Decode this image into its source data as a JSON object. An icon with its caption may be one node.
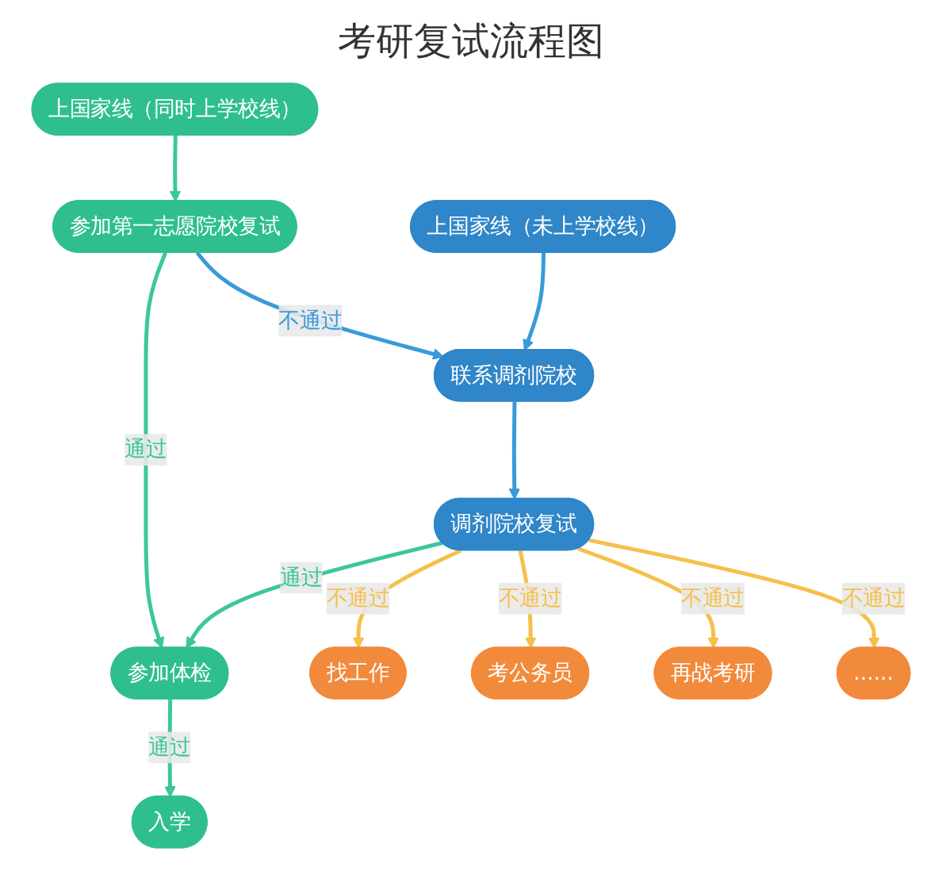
{
  "diagram": {
    "title": "考研复试流程图",
    "nodes": [
      {
        "text": [
          "上国家线（同时上学校线）"
        ]
      },
      {
        "text": [
          "参加第一志愿院校复试"
        ]
      },
      {
        "text": [
          "参加体检"
        ]
      },
      {
        "text": [
          "入学"
        ]
      },
      {
        "text": [
          "上国家线（未上学校线）"
        ]
      },
      {
        "text": [
          "联系调剂院校"
        ]
      },
      {
        "text": [
          "调剂院校复试"
        ]
      },
      {
        "text": [
          "找工作"
        ]
      },
      {
        "text": [
          "考公务员"
        ]
      },
      {
        "text": [
          "再战考研"
        ]
      },
      {
        "text": [
          "......"
        ]
      }
    ],
    "edges": [
      {
        "from": 0,
        "to": 1,
        "arrow": "to",
        "color": "#3cc79b"
      },
      {
        "from": 1,
        "to": 5,
        "label": "不通过",
        "arrow": "to",
        "color": "#3a9ad9"
      },
      {
        "from": 1,
        "to": 2,
        "label": "通过",
        "arrow": "to",
        "color": "#3cc79b"
      },
      {
        "from": 2,
        "to": 3,
        "label": "通过",
        "arrow": "to",
        "color": "#3cc79b"
      },
      {
        "from": 4,
        "to": 5,
        "arrow": "to",
        "color": "#3a9ad9"
      },
      {
        "from": 5,
        "to": 6,
        "arrow": "to",
        "color": "#3a9ad9"
      },
      {
        "from": 6,
        "to": 2,
        "label": "通过",
        "arrow": "to",
        "color": "#3cc79b"
      },
      {
        "from": 6,
        "to": 7,
        "label": "不通过",
        "arrow": "to",
        "color": "#f5c04a"
      },
      {
        "from": 6,
        "to": 8,
        "label": "不通过",
        "arrow": "to",
        "color": "#f5c04a"
      },
      {
        "from": 6,
        "to": 9,
        "label": "不通过",
        "arrow": "to",
        "color": "#f5c04a"
      },
      {
        "from": 6,
        "to": 10,
        "label": "不通过",
        "arrow": "to",
        "color": "#f5c04a"
      }
    ]
  }
}
